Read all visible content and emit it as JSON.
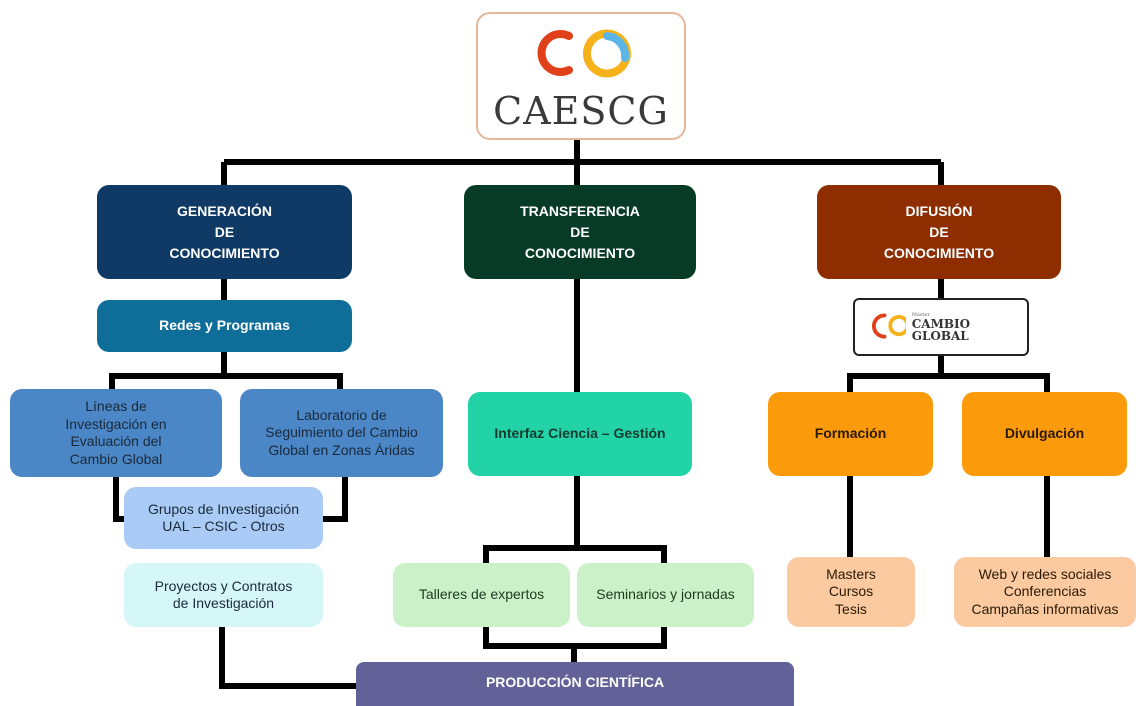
{
  "logo": {
    "title": "CAESCG"
  },
  "pillars": {
    "generacion": [
      "GENERACIÓN",
      "DE",
      "CONOCIMIENTO"
    ],
    "transferencia": [
      "TRANSFERENCIA",
      "DE",
      "CONOCIMIENTO"
    ],
    "difusion": [
      "DIFUSIÓN",
      "DE",
      "CONOCIMIENTO"
    ]
  },
  "generacion": {
    "redes": "Redes y Programas",
    "lineas": [
      "Líneas de",
      "Investigación en",
      "Evaluación del",
      "Cambio Global"
    ],
    "laboratorio": [
      "Laboratorio de",
      "Seguimiento del Cambio",
      "Global en Zonas Áridas"
    ],
    "grupos": [
      "Grupos de Investigación",
      "UAL – CSIC - Otros"
    ],
    "proyectos": [
      "Proyectos y Contratos",
      "de Investigación"
    ]
  },
  "transferencia": {
    "interfaz": "Interfaz Ciencia – Gestión",
    "talleres": "Talleres de expertos",
    "seminarios": "Seminarios y jornadas"
  },
  "produccion": "PRODUCCIÓN CIENTÍFICA",
  "difusion": {
    "logo_text": "CAMBIO GLOBAL",
    "logo_small": "Máster",
    "formacion": "Formación",
    "divulgacion": "Divulgación",
    "formacion_items": [
      "Masters",
      "Cursos",
      "Tesis"
    ],
    "divulgacion_items": [
      "Web y redes sociales",
      "Conferencias",
      "Campañas informativas"
    ]
  },
  "colors": {
    "generacion": "#0f3a66",
    "transferencia": "#073b26",
    "difusion": "#8d2d00",
    "produccion": "#626198",
    "orange": "#fb9b0c"
  }
}
